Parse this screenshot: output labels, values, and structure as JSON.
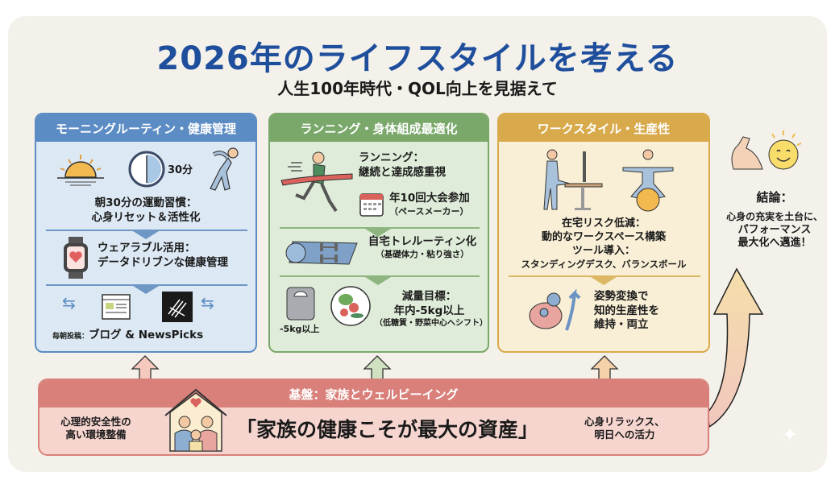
{
  "header": {
    "title": "2026年のライフスタイルを考える",
    "subtitle": "人生100年時代・QOL向上を見据えて"
  },
  "panels": [
    {
      "title": "モーニングルーティン・健康管理",
      "color": "#5b8cc4",
      "clock_label": "30分",
      "block1": [
        "朝30分の運動習慣：",
        "心身リセット＆活性化"
      ],
      "block2": [
        "ウェアラブル活用：",
        "データドリブンな健康管理"
      ],
      "block3_prefix": "毎朝投稿：",
      "block3": "ブログ & NewsPicks"
    },
    {
      "title": "ランニング・身体組成最適化",
      "color": "#7aa86a",
      "block1": [
        "ランニング：",
        "継続と達成感重視"
      ],
      "event": "年10回大会参加",
      "event_note": "（ペースメーカー）",
      "block2": "自宅トレルーティン化",
      "block2_note": "（基礎体力・粘り強さ）",
      "scale_label": "-5kg以上",
      "block3": [
        "減量目標：",
        "年内-5kg以上"
      ],
      "block3_note": "（低糖質・野菜中心へシフト）"
    },
    {
      "title": "ワークスタイル・生産性",
      "color": "#d8aa4c",
      "block1": [
        "在宅リスク低減：",
        "動的なワークスペース構築",
        "ツール導入：",
        "スタンディングデスク、バランスボール"
      ],
      "block2": [
        "姿勢変換で",
        "知的生産性を",
        "維持・両立"
      ]
    }
  ],
  "conclusion": {
    "title": "結論：",
    "lines": [
      "心身の充実を土台に、",
      "パフォーマンス",
      "最大化へ邁進！"
    ]
  },
  "foundation": {
    "title": "基盤：家族とウェルビーイング",
    "left": [
      "心理的安全性の",
      "高い環境整備"
    ],
    "main": "「家族の健康こそが最大の資産」",
    "right": [
      "心身リラックス、",
      "明日への活力"
    ]
  }
}
